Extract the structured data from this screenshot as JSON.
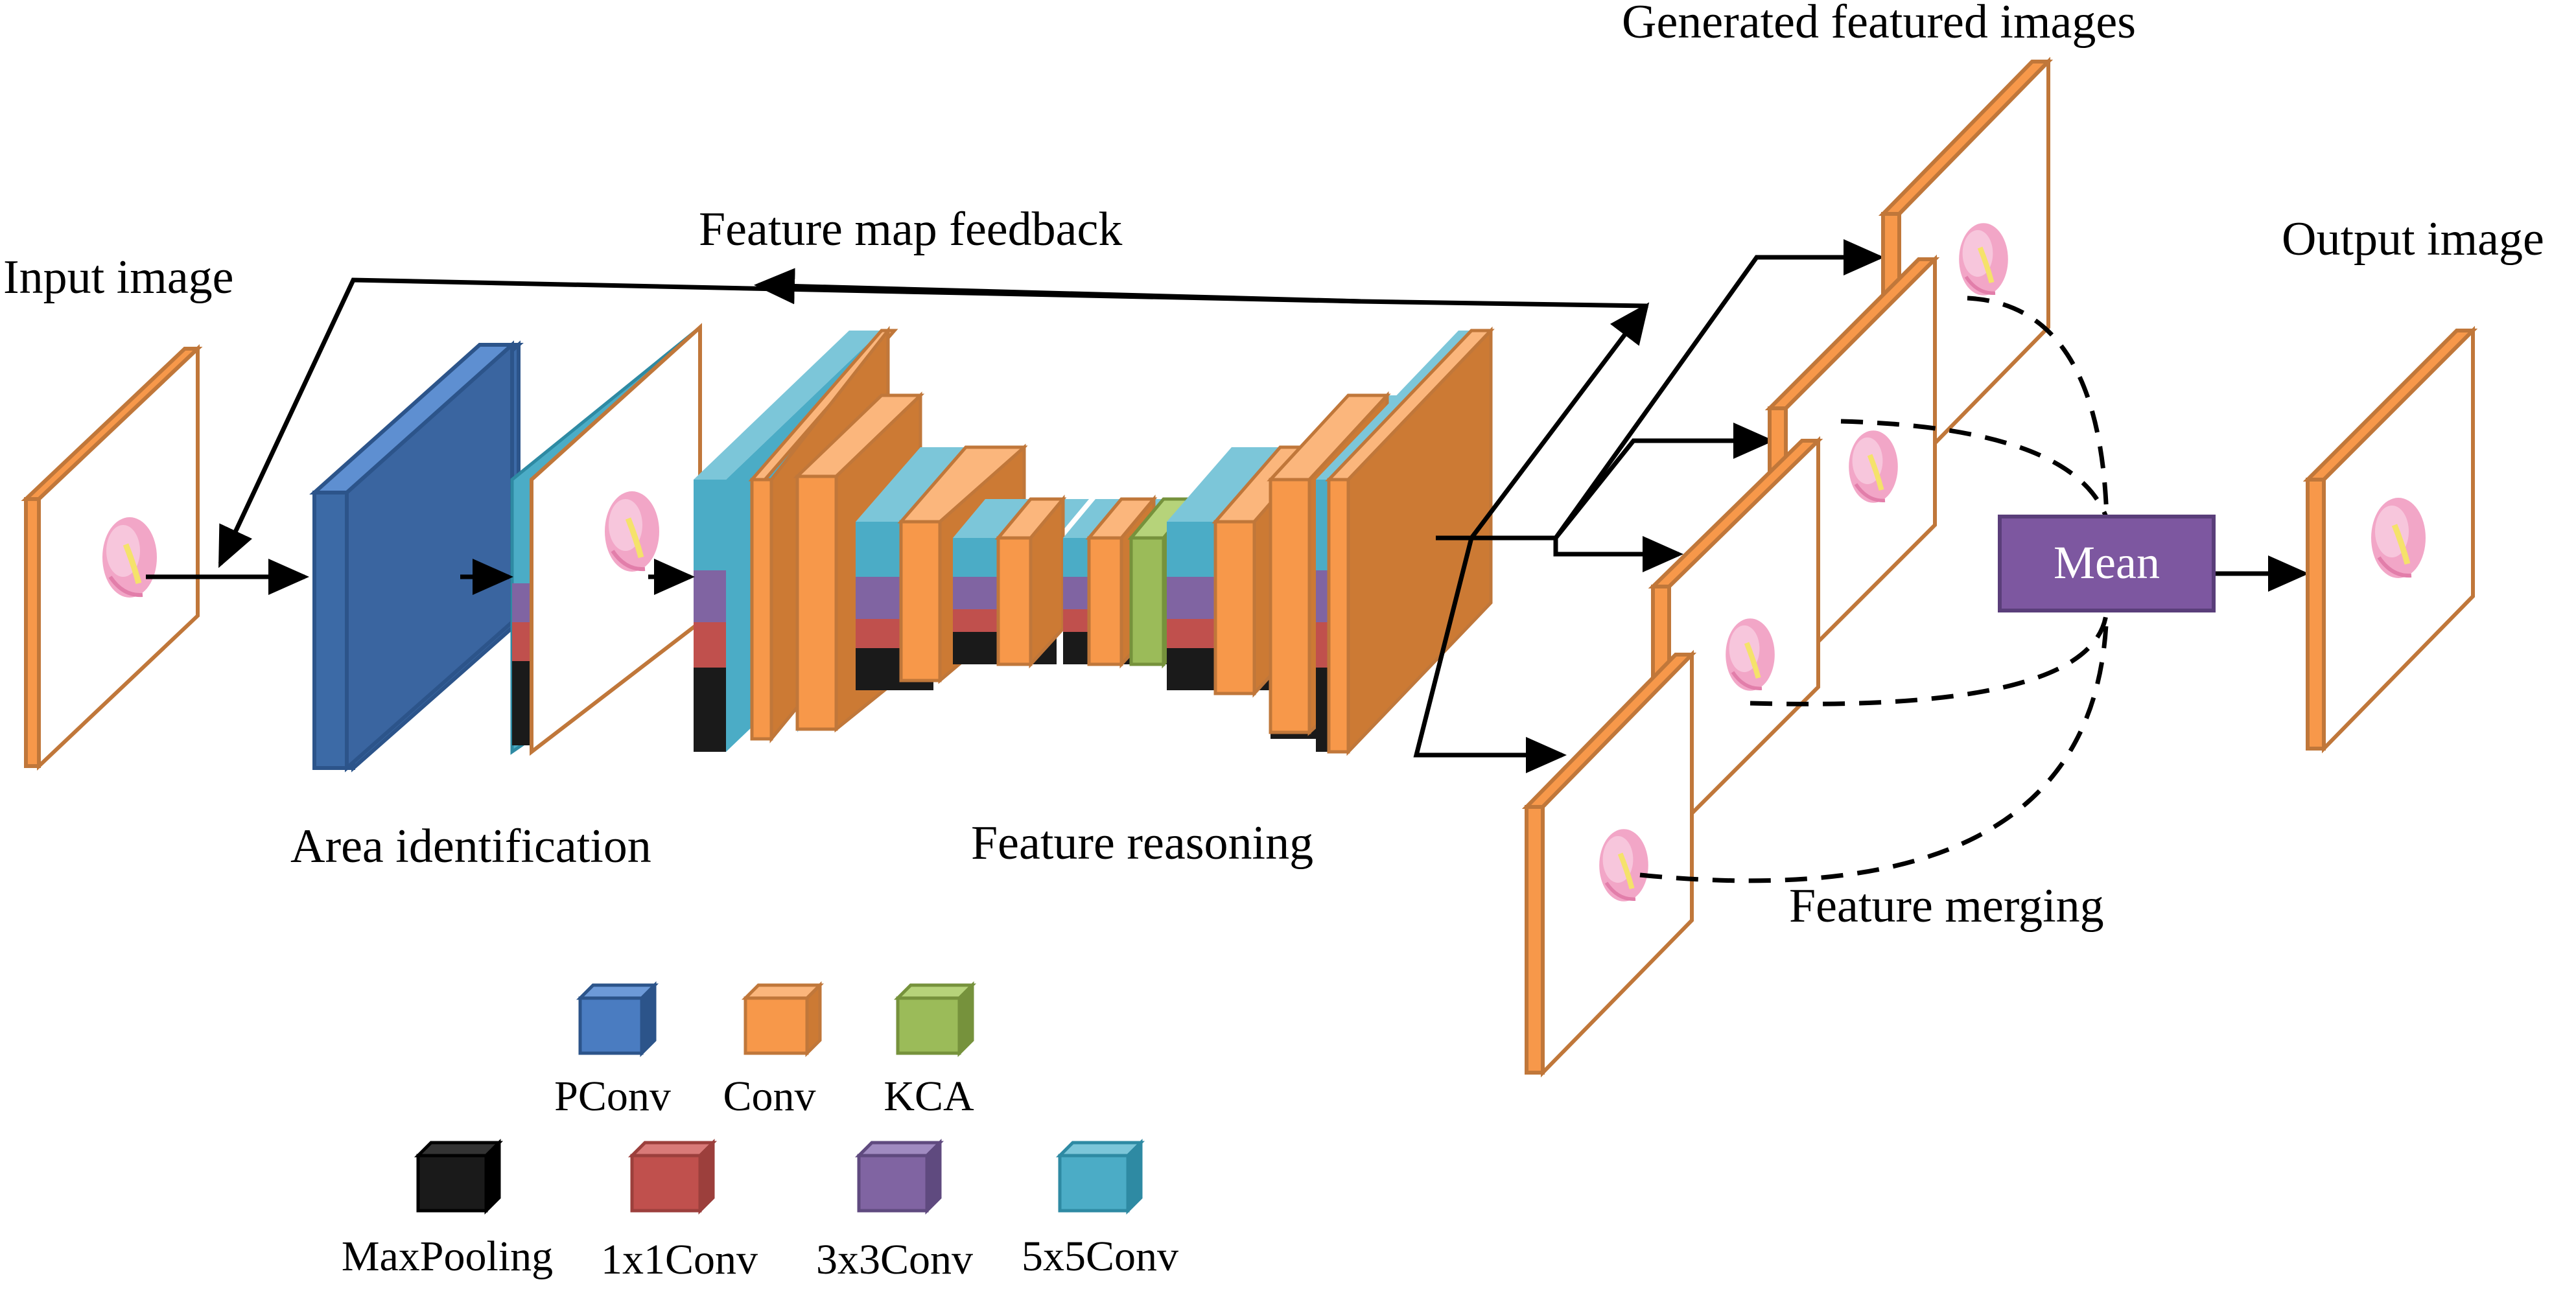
{
  "labels": {
    "input_image": "Input image",
    "area_identification": "Area identification",
    "feature_map_feedback": "Feature map feedback",
    "feature_reasoning": "Feature reasoning",
    "generated_featured_images": "Generated featured images",
    "output_image": "Output image",
    "feature_merging": "Feature merging",
    "mean": "Mean"
  },
  "legend": [
    {
      "label": "PConv",
      "color": "#4a7cc1"
    },
    {
      "label": "Conv",
      "color": "#f7984a"
    },
    {
      "label": "KCA",
      "color": "#9bbb59"
    },
    {
      "label": "MaxPooling",
      "color": "#1a1a1a"
    },
    {
      "label": "1x1Conv",
      "color": "#c0504d"
    },
    {
      "label": "3x3Conv",
      "color": "#8064a2"
    },
    {
      "label": "5x5Conv",
      "color": "#4bacc6"
    }
  ],
  "colors": {
    "frame_orange": "#f7984a",
    "frame_edge": "#c0773a",
    "pconv_blue": "#3c6aa6",
    "mean_box": "#7d57a0"
  }
}
